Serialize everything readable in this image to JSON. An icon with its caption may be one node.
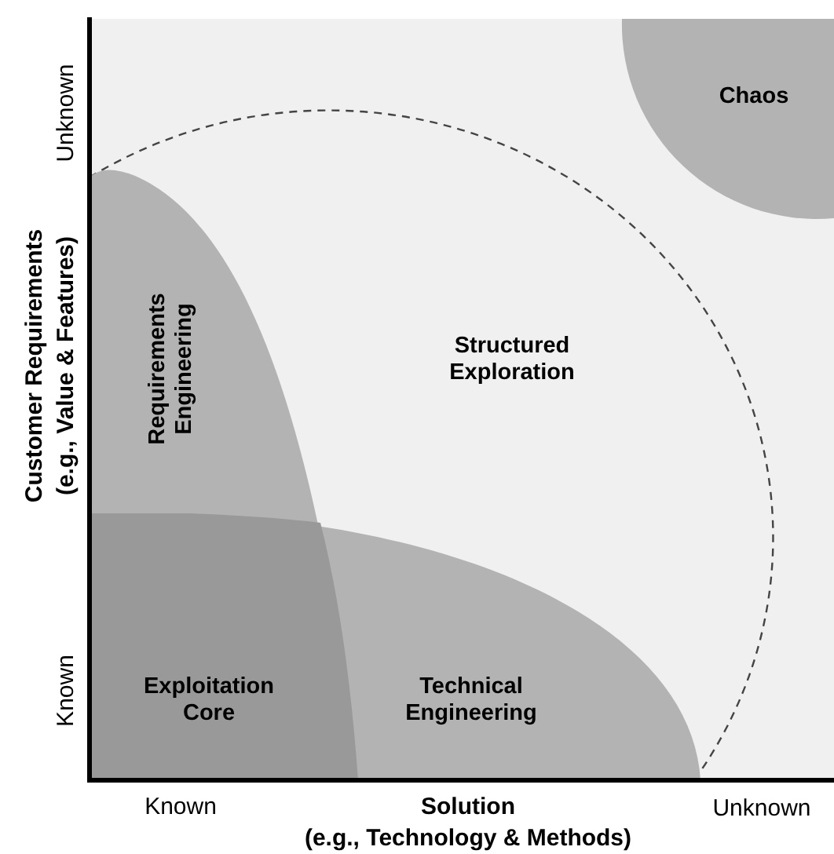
{
  "diagram": {
    "nodes": [
      {
        "text": [
          "Structured Exploration"
        ]
      },
      {
        "text": [
          "Requirements Engineering"
        ],
        "in": 0
      },
      {
        "text": [
          "Technical Engineering"
        ],
        "in": 0
      },
      {
        "text": [
          "Exploitation Core"
        ]
      },
      {
        "text": [
          "Chaos"
        ]
      }
    ],
    "labels": [
      "Unknown",
      "Known",
      "Customer Requirements (e.g., Value & Features)",
      "Known",
      "Solution (e.g., Technology & Methods)",
      "Unknown"
    ]
  }
}
